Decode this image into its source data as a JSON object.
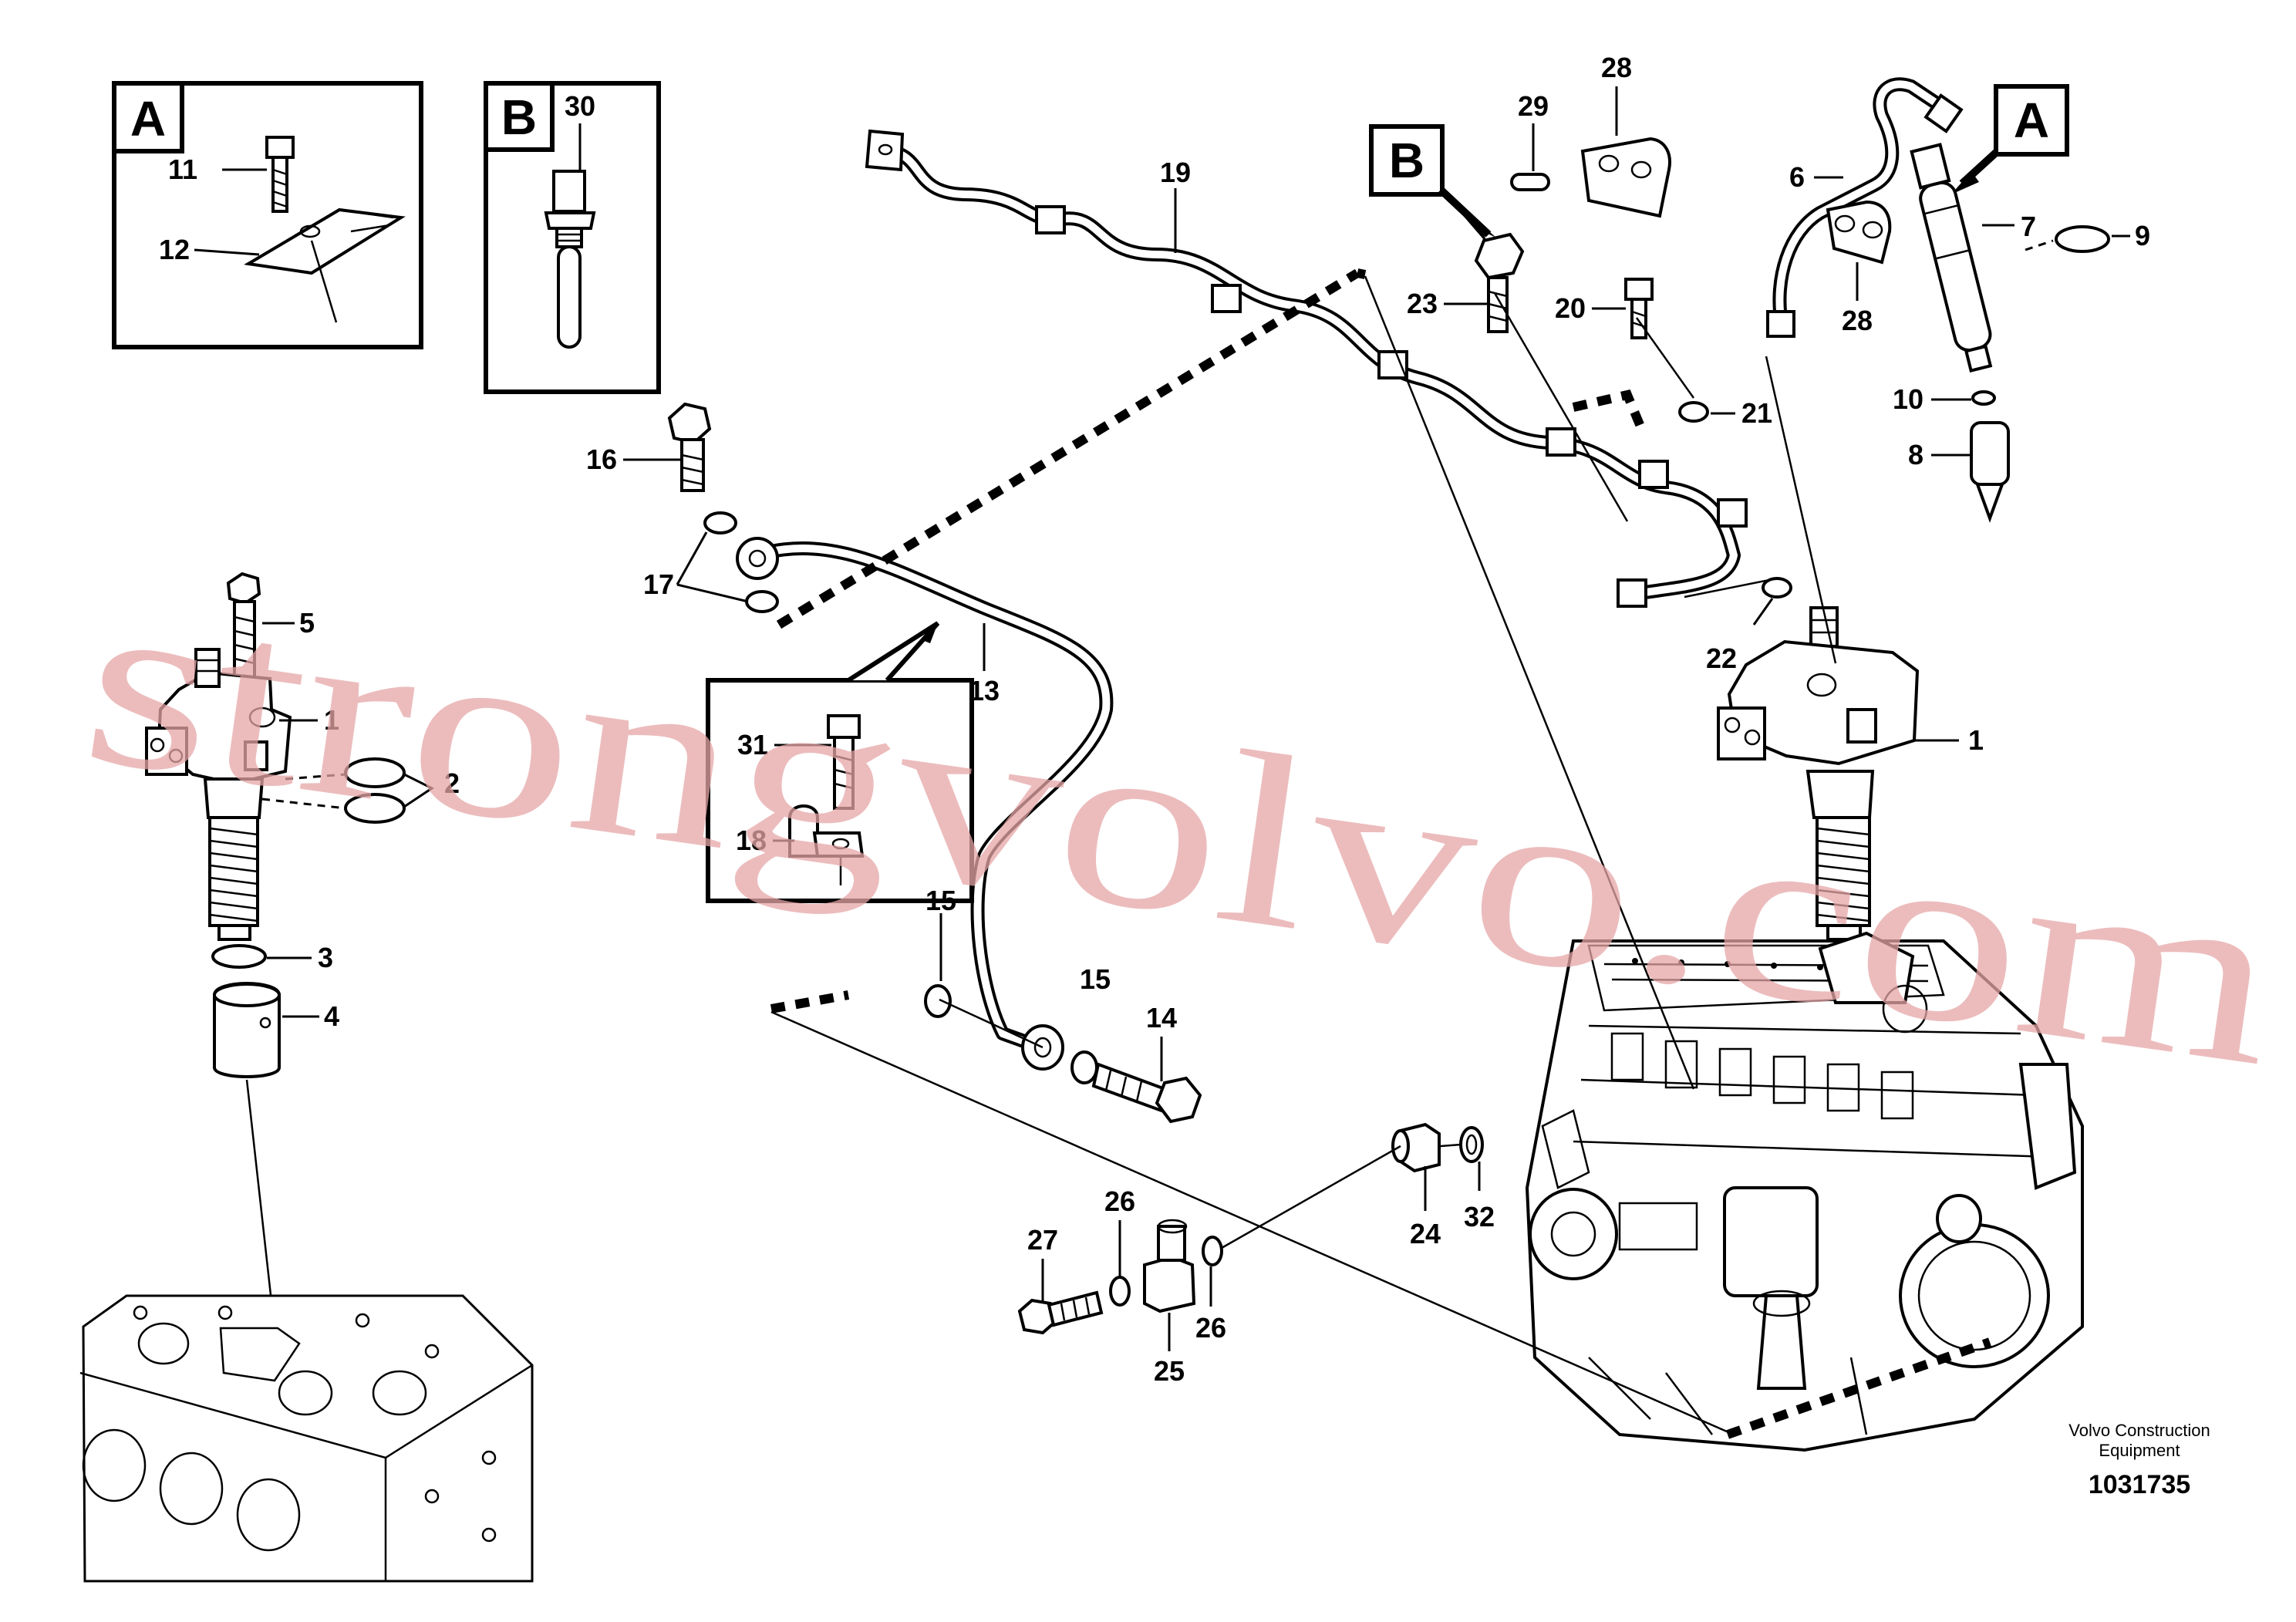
{
  "detail_boxes": {
    "a": "A",
    "b": "B"
  },
  "callouts": {
    "a": "A",
    "b": "B",
    "a_pointer": "A"
  },
  "labels": {
    "p1": "1",
    "p1b": "1",
    "p2": "2",
    "p3": "3",
    "p4": "4",
    "p5": "5",
    "p6": "6",
    "p7": "7",
    "p8": "8",
    "p9": "9",
    "p10": "10",
    "p11": "11",
    "p12": "12",
    "p13": "13",
    "p14": "14",
    "p15a": "15",
    "p15b": "15",
    "p16": "16",
    "p17": "17",
    "p18": "18",
    "p19": "19",
    "p20": "20",
    "p21": "21",
    "p22": "22",
    "p23": "23",
    "p24": "24",
    "p25": "25",
    "p26a": "26",
    "p26b": "26",
    "p27": "27",
    "p28a": "28",
    "p28b": "28",
    "p29": "29",
    "p30": "30",
    "p31": "31",
    "p32": "32"
  },
  "watermark": "strongvolvo.com",
  "footer": {
    "credit_line1": "Volvo Construction",
    "credit_line2": "Equipment",
    "doc_number": "1031735"
  }
}
